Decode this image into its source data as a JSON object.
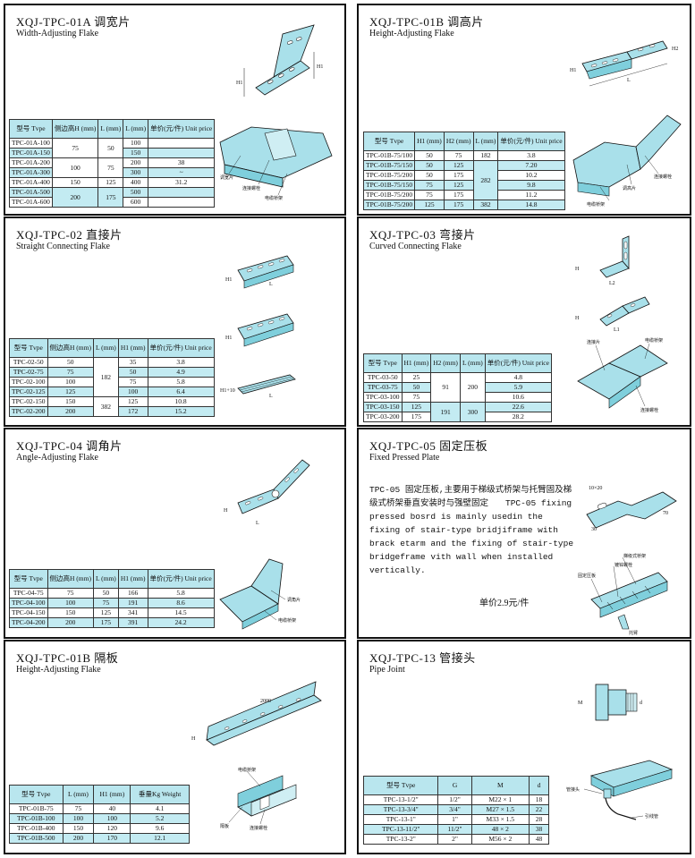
{
  "panels": {
    "p01a": {
      "title": "XQJ-TPC-01A 调宽片",
      "subtitle": "Width-Adjusting Flake",
      "headers": [
        "型号 Tvpe",
        "侧边高H (mm)",
        "L (mm)",
        "L (mm)",
        "单价(元/件) Unit price"
      ],
      "rows": [
        [
          "TPC-01A-100",
          "75",
          "50",
          "100",
          ""
        ],
        [
          "TPC-01A-150",
          "",
          "",
          "150",
          ""
        ],
        [
          "TPC-01A-200",
          "100",
          "75",
          "200",
          "38"
        ],
        [
          "TPC-01A-300",
          "",
          "",
          "300",
          "~"
        ],
        [
          "TPC-01A-400",
          "150",
          "125",
          "400",
          "31.2"
        ],
        [
          "TPC-01A-500",
          "200",
          "175",
          "500",
          ""
        ],
        [
          "TPC-01A-600",
          "",
          "",
          "600",
          ""
        ]
      ],
      "labels": {
        "l1": "调宽片",
        "l2": "连接螺栓",
        "l3": "电缆桥架",
        "d1": "H1",
        "d2": "H1"
      }
    },
    "p01b": {
      "title": "XQJ-TPC-01B 调高片",
      "subtitle": "Height-Adjusting Flake",
      "headers": [
        "型号 Tvpe",
        "H1 (mm)",
        "H2 (mm)",
        "L (mm)",
        "单价(元/件) Unit price"
      ],
      "rows": [
        [
          "TPC-01B-75/100",
          "50",
          "75",
          "182",
          "3.8"
        ],
        [
          "TPC-01B-75/150",
          "50",
          "125",
          "",
          "7.20"
        ],
        [
          "TPC-01B-75/200",
          "50",
          "175",
          "282",
          "10.2"
        ],
        [
          "TPC-01B-75/150",
          "75",
          "125",
          "",
          "9.8"
        ],
        [
          "TPC-01B-75/200",
          "75",
          "175",
          "",
          "11.2"
        ],
        [
          "TPC-01B-75/200",
          "125",
          "175",
          "382",
          "14.8"
        ]
      ],
      "labels": {
        "l1": "连接螺栓",
        "l2": "调高片",
        "l3": "电缆桥架",
        "d1": "H1",
        "d2": "H2",
        "d3": "L"
      }
    },
    "p02": {
      "title": "XQJ-TPC-02 直接片",
      "subtitle": "Straight Connecting Flake",
      "headers": [
        "型号 Tvpe",
        "侧边高H (mm)",
        "L (mm)",
        "H1 (mm)",
        "单价(元/件) Unit price"
      ],
      "rows": [
        [
          "TPC-02-50",
          "50",
          "",
          "35",
          "3.8"
        ],
        [
          "TPC-02-75",
          "75",
          "182",
          "50",
          "4.9"
        ],
        [
          "TPC-02-100",
          "100",
          "",
          "75",
          "5.8"
        ],
        [
          "TPC-02-125",
          "125",
          "",
          "100",
          "6.4"
        ],
        [
          "TPC-02-150",
          "150",
          "382",
          "125",
          "10.8"
        ],
        [
          "TPC-02-200",
          "200",
          "",
          "172",
          "15.2"
        ]
      ],
      "labels": {
        "d1": "H1",
        "d2": "L",
        "d3": "H1",
        "d4": "H1+10",
        "d5": "L"
      }
    },
    "p03": {
      "title": "XQJ-TPC-03 弯接片",
      "subtitle": "Curved Connecting Flake",
      "headers": [
        "型号 Tvpe",
        "H1 (mm)",
        "H2 (mm)",
        "L (mm)",
        "单价(元/件) Unit price"
      ],
      "rows": [
        [
          "TPC-03-50",
          "25",
          "",
          "",
          "4.8"
        ],
        [
          "TPC-03-75",
          "50",
          "91",
          "200",
          "5.9"
        ],
        [
          "TPC-03-100",
          "75",
          "",
          "",
          "10.6"
        ],
        [
          "TPC-03-150",
          "125",
          "191",
          "300",
          "22.6"
        ],
        [
          "TPC-03-200",
          "175",
          "",
          "",
          "28.2"
        ]
      ],
      "labels": {
        "l1": "连接片",
        "l2": "电缆桥架",
        "l3": "连接螺栓",
        "d1": "H",
        "d2": "L2",
        "d3": "H",
        "d4": "L1"
      }
    },
    "p04": {
      "title": "XQJ-TPC-04 调角片",
      "subtitle": "Angle-Adjusting Flake",
      "headers": [
        "型号 Tvpe",
        "侧边高H (mm)",
        "L (mm)",
        "H1 (mm)",
        "单价(元/件) Unit price"
      ],
      "rows": [
        [
          "TPC-04-75",
          "75",
          "50",
          "166",
          "5.8"
        ],
        [
          "TPC-04-100",
          "100",
          "75",
          "191",
          "8.6"
        ],
        [
          "TPC-04-150",
          "150",
          "125",
          "341",
          "14.5"
        ],
        [
          "TPC-04-200",
          "200",
          "175",
          "391",
          "24.2"
        ]
      ],
      "labels": {
        "l1": "调角片",
        "l2": "电缆桥架",
        "d1": "H",
        "d2": "L"
      }
    },
    "p05": {
      "title": "XQJ-TPC-05 固定压板",
      "subtitle": "Fixed Pressed Plate",
      "description": "TPC-05 固定压板,主要用于梯级式桥架与托臂固及梯级式桥架垂直安装时与强壁固定　　TPC-05 fixing pressed bosrd is mainly usedin the fixing of stair-type bridjiframe with brack etarm and the fixing of stair-type bridgeframe vith wall when installed vertically.",
      "price": "单价2.9元/件",
      "labels": {
        "l1": "梯级式桥架",
        "l2": "镀锌螺栓",
        "l3": "固定压板",
        "l4": "托臂",
        "d1": "10×20",
        "d2": "30",
        "d3": "70"
      }
    },
    "p01b2": {
      "title": "XQJ-TPC-01B 隔板",
      "subtitle": "Height-Adjusting Flake",
      "headers": [
        "型号 Tvpe",
        "L (mm)",
        "H1 (mm)",
        "垂量Kg Weight"
      ],
      "rows": [
        [
          "TPC-01B-75",
          "75",
          "40",
          "4.1"
        ],
        [
          "TPC-01B-100",
          "100",
          "100",
          "5.2"
        ],
        [
          "TPC-01B-400",
          "150",
          "120",
          "9.6"
        ],
        [
          "TPC-01B-500",
          "200",
          "170",
          "12.1"
        ]
      ],
      "labels": {
        "l1": "电缆桥架",
        "l2": "隔板",
        "l3": "连接螺栓",
        "d1": "2000",
        "d2": "H"
      }
    },
    "p13": {
      "title": "XQJ-TPC-13 管接头",
      "subtitle": "Pipe Joint",
      "headers": [
        "型号 Tvpe",
        "G",
        "M",
        "d"
      ],
      "rows": [
        [
          "TPC-13-1/2\"",
          "1/2\"",
          "M22 × 1",
          "18"
        ],
        [
          "TPC-13-3/4\"",
          "3/4\"",
          "M27 × 1.5",
          "22"
        ],
        [
          "TPC-13-1\"",
          "1\"",
          "M33 × 1.5",
          "28"
        ],
        [
          "TPC-13-11/2\"",
          "11/2\"",
          "48 × 2",
          "38"
        ],
        [
          "TPC-13-2\"",
          "2\"",
          "M56 × 2",
          "48"
        ]
      ],
      "labels": {
        "l1": "管接头",
        "l2": "引线管",
        "d1": "M",
        "d2": "d"
      }
    }
  },
  "colors": {
    "fill": "#a9e0ea",
    "stripe": "#c3ebf2",
    "header": "#b9e6ee",
    "stroke": "#111111"
  }
}
